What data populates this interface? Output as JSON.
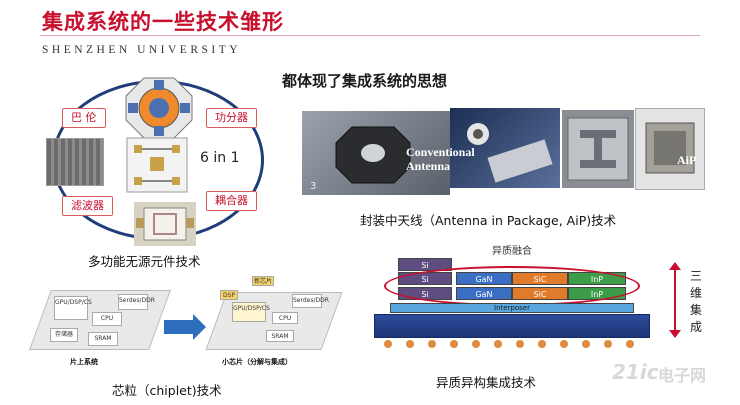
{
  "header": {
    "title": "集成系统的一些技术雏形",
    "subtitle": "SHENZHEN UNIVERSITY"
  },
  "main": {
    "heading": "都体现了集成系统的思想"
  },
  "passive_section": {
    "tags": {
      "balun": "巴 伦",
      "power_divider": "功分器",
      "filter": "滤波器",
      "coupler": "耦合器"
    },
    "center_label": "6 in 1",
    "caption": "多功能无源元件技术"
  },
  "aip_section": {
    "overlay_conventional": "Conventional\nAntenna",
    "overlay_aip": "AiP",
    "caption": "封装中天线（Antenna in Package, AiP)技术"
  },
  "chiplet_section": {
    "left_blocks": [
      "GPU/DSP/CS",
      "Serdes/DDR",
      "CPU",
      "SRAM",
      "存储器"
    ],
    "right_blocks": [
      "新芯片",
      "DSP",
      "GPU/DSP/CS",
      "Serdes/DDR",
      "CPU",
      "SRAM"
    ],
    "left_caption": "片上系统",
    "right_caption": "小芯片（分解与集成）",
    "caption": "芯粒（chiplet)技术"
  },
  "hetero_section": {
    "top_label": "异质融合",
    "layers_top": [
      "Si"
    ],
    "layers_mid": [
      "Si",
      "GaN",
      "SiC",
      "InP"
    ],
    "layers_low": [
      "Si",
      "GaN",
      "SiC",
      "InP"
    ],
    "interposer": "Interposer",
    "vertical_label": "三维集成",
    "caption": "异质异构集成技术"
  },
  "watermark": {
    "text": "电子网",
    "sub": "21ic"
  },
  "colors": {
    "brand_red": "#c8102e",
    "ring_blue": "#1f3e7a",
    "si": "#5e4d80",
    "gan": "#3a6fc4",
    "sic": "#e07b2b",
    "inp": "#3c9c48"
  }
}
